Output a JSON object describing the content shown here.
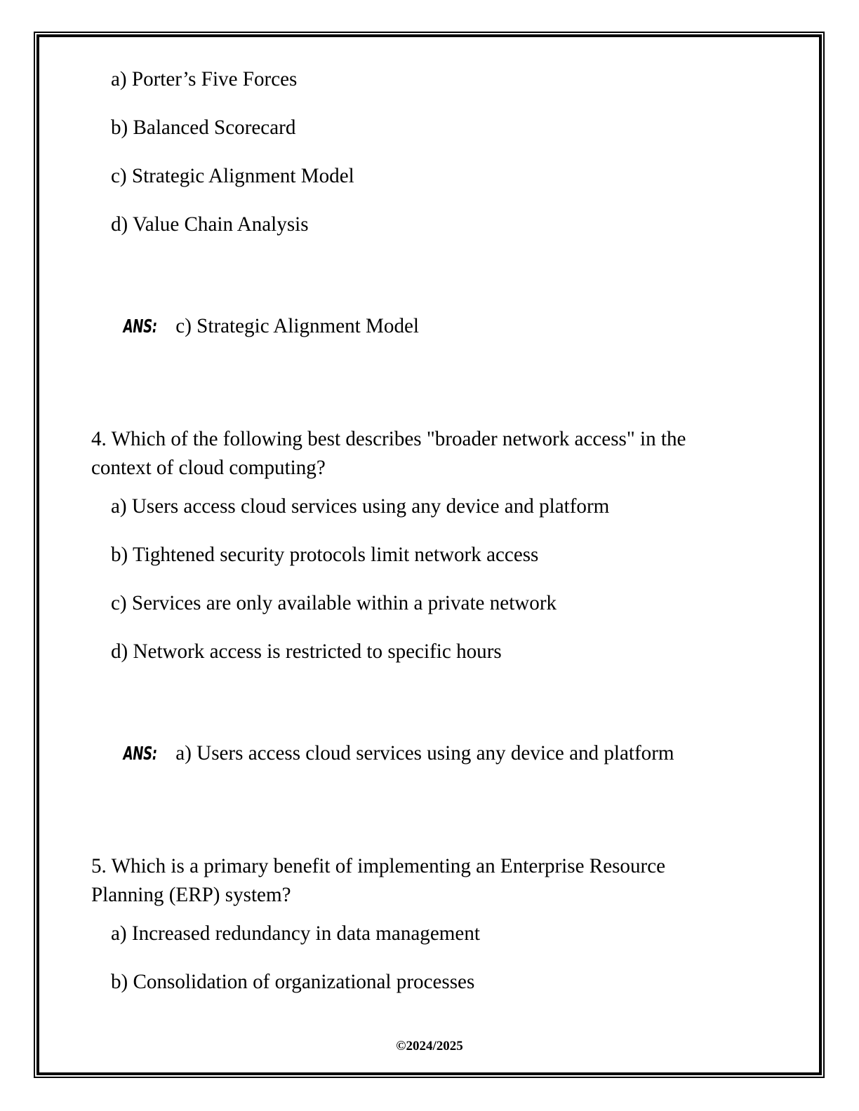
{
  "document": {
    "footer": "©2024/2025",
    "answer_label": "ANS:"
  },
  "question_3_options": {
    "a": "a) Porter’s Five Forces",
    "b": "b) Balanced Scorecard",
    "c": "c) Strategic Alignment Model",
    "d": "d) Value Chain Analysis",
    "answer": "c) Strategic Alignment Model"
  },
  "question_4": {
    "prompt": "4. Which of the following best describes \"broader network access\" in the context of cloud computing?",
    "options": {
      "a": "a) Users access cloud services using any device and platform",
      "b": "b) Tightened security protocols limit network access",
      "c": "c) Services are only available within a private network",
      "d": "d) Network access is restricted to specific hours"
    },
    "answer": "a) Users access cloud services using any device and platform"
  },
  "question_5": {
    "prompt": "5. Which is a primary benefit of implementing an Enterprise Resource Planning (ERP) system?",
    "options": {
      "a": "a) Increased redundancy in data management",
      "b": "b) Consolidation of organizational processes"
    }
  }
}
